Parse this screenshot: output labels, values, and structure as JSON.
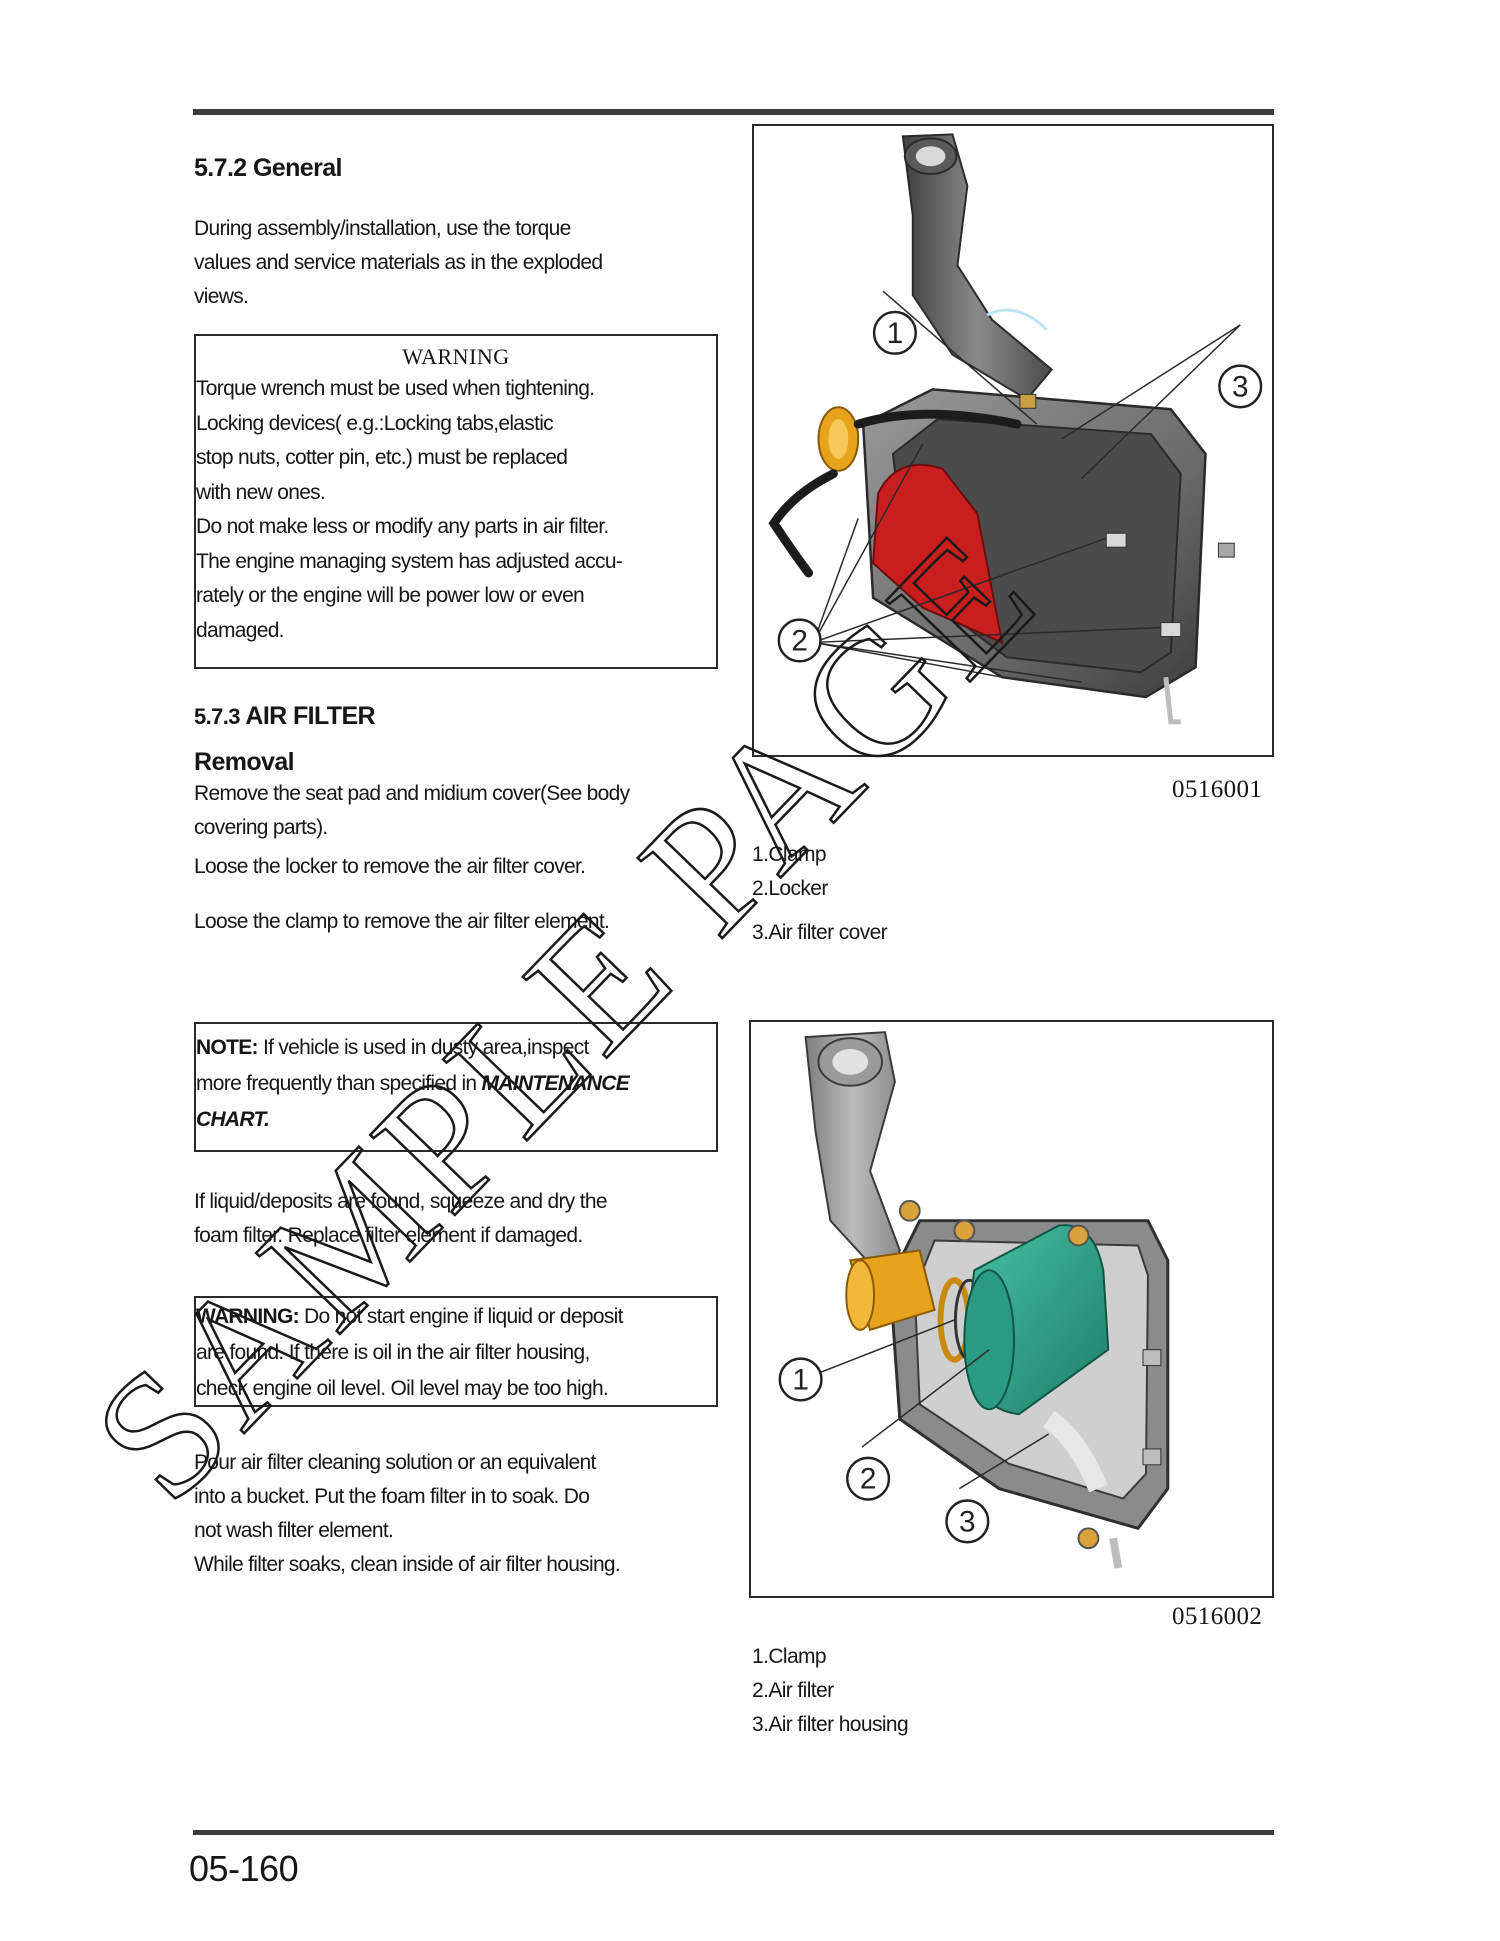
{
  "general": {
    "heading": "5.7.2 General",
    "intro_lines": [
      "During assembly/installation, use the torque",
      "values and service materials as in the exploded",
      "views."
    ]
  },
  "warning_box": {
    "title": "WARNING",
    "lines": [
      "Torque wrench must be used when tightening.",
      "Locking devices( e.g.:Locking tabs,elastic",
      "stop nuts, cotter pin, etc.) must be replaced",
      "with new ones.",
      "Do not make less or modify any parts in air filter.",
      "The engine managing system has adjusted accu-",
      "rately or the engine will be power low or even",
      "damaged."
    ]
  },
  "air_filter": {
    "heading_number": "5.7.3",
    "heading_text": "AIR FILTER",
    "subheading": "Removal",
    "steps": [
      "Remove the seat pad and midium cover(See body",
      "covering parts).",
      "Loose the locker to remove the air filter cover.",
      "Loose the clamp to remove the air filter element."
    ]
  },
  "note_box": {
    "label": "NOTE:",
    "line1_text": " If vehicle is used in dusty area,inspect",
    "line2_text": "more frequently than specified in ",
    "emphasis_1": "MAINTENANCE",
    "emphasis_2": "CHART."
  },
  "liquid_text": [
    "If liquid/deposits are found, squeeze and dry the",
    "foam filter. Replace filter element if damaged."
  ],
  "warning2": {
    "label": "WARNING:",
    "line1_text": " Do not start engine if liquid or deposit",
    "line2": "are found. If there is oil in the air filter housing,",
    "line3": "check engine oil level. Oil level may be too high."
  },
  "cleaning_text": [
    "Pour air filter cleaning solution or an equivalent",
    "into a bucket. Put the foam filter in to soak. Do",
    "not wash filter element.",
    "While filter soaks, clean inside of air filter housing."
  ],
  "figure1": {
    "number": "0516001",
    "callouts": [
      "1",
      "2",
      "3"
    ],
    "legend": [
      "1.Clamp",
      "2.Locker",
      "3.Air filter cover"
    ]
  },
  "figure2": {
    "number": "0516002",
    "callouts": [
      "1",
      "2",
      "3"
    ],
    "legend": [
      "1.Clamp",
      "2.Air filter",
      "3.Air filter housing"
    ]
  },
  "watermark": "SAMPLE PAGE",
  "page_number": "05-160",
  "colors": {
    "rule": "#3a3a3a",
    "duct_gray": "#6f6f70",
    "filter_red": "#c81e1e",
    "orange_fitting": "#e8a31c",
    "filter_green": "#2a9a80"
  }
}
